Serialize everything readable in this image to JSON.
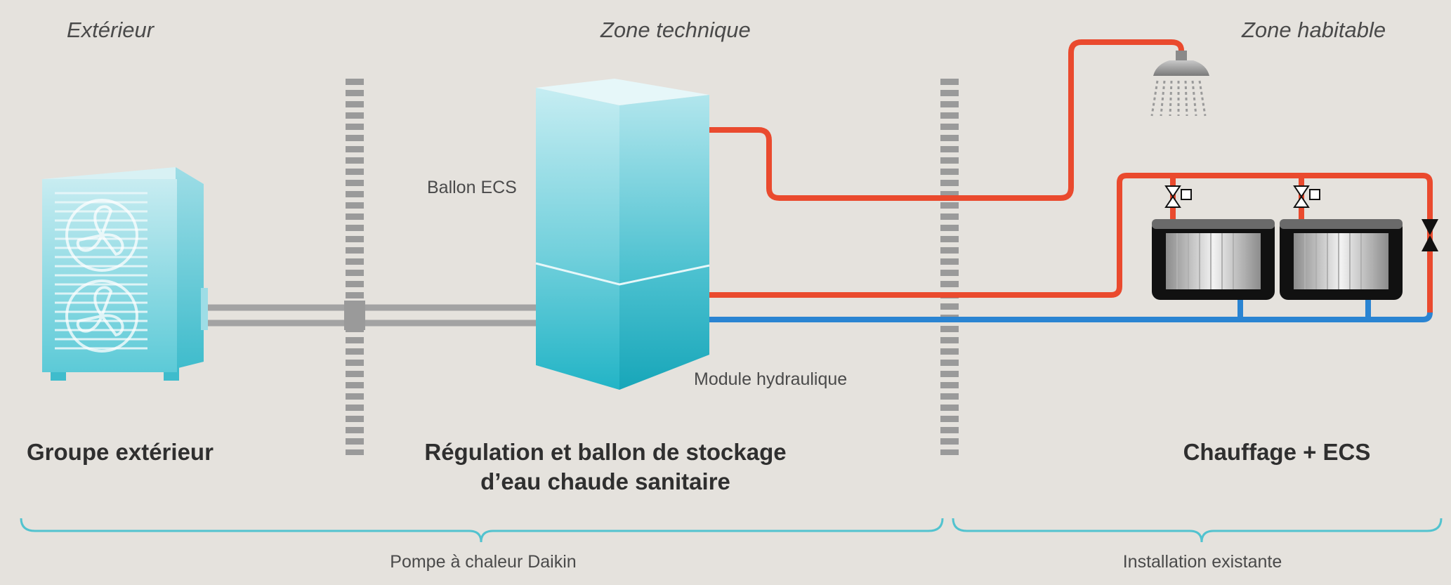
{
  "zones": {
    "exterieur": "Extérieur",
    "technique": "Zone technique",
    "habitable": "Zone habitable"
  },
  "labels": {
    "ballon_ecs": "Ballon ECS",
    "module_hydraulique": "Module hydraulique"
  },
  "sections": {
    "groupe_exterieur": "Groupe extérieur",
    "regulation_line1": "Régulation et ballon de stockage",
    "regulation_line2": "d’eau chaude sanitaire",
    "chauffage": "Chauffage + ECS"
  },
  "groups": {
    "pompe": "Pompe à chaleur Daikin",
    "installation": "Installation existante"
  },
  "colors": {
    "background": "#e5e2dd",
    "hot_pipe": "#ea4a2e",
    "cold_pipe": "#2a84d2",
    "refrigerant_pipe": "#a3a3a3",
    "tank_light": "#a9e2e9",
    "tank_dark": "#2cb8c8",
    "brace": "#52c3cf",
    "wall": "#9a9a9a",
    "radiator": "#111111"
  }
}
